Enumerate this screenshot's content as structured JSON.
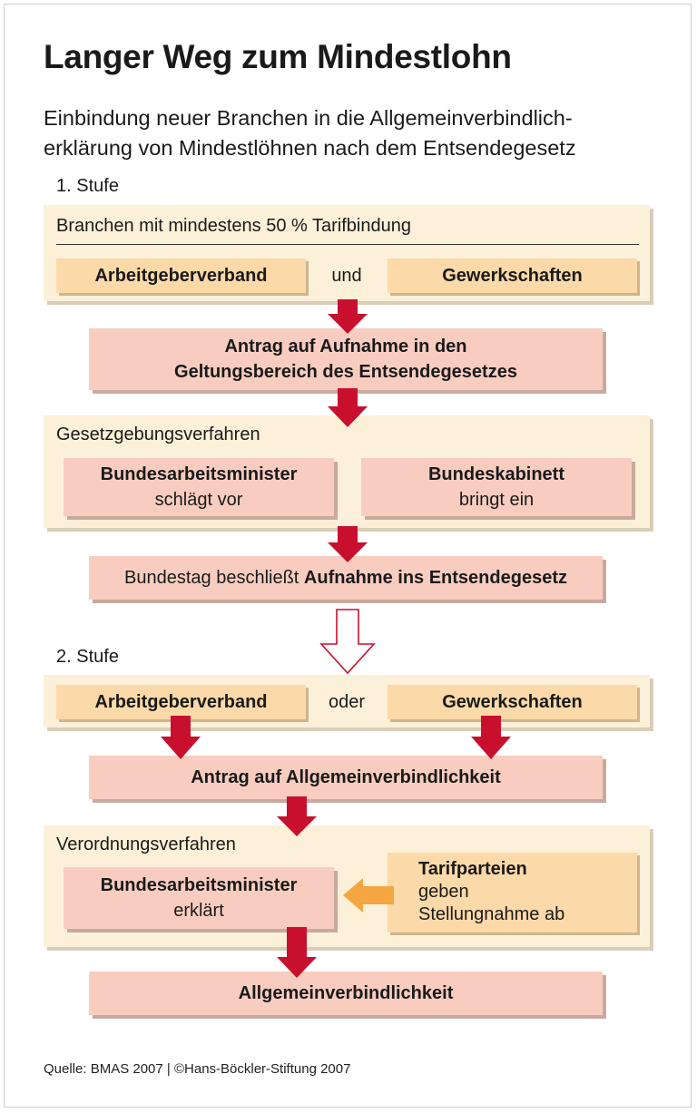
{
  "title": "Langer Weg zum Mindestlohn",
  "subtitle_line1": "Einbindung neuer Branchen in die Allgemeinverbindlich-",
  "subtitle_line2": "erklärung von Mindestlöhnen nach dem Entsendegesetz",
  "stage1": {
    "label": "1. Stufe",
    "panel_label": "Branchen mit mindestens 50 % Tarifbindung",
    "left_box": "Arbeitgeberverband",
    "connector": "und",
    "right_box": "Gewerkschaften",
    "application_line1": "Antrag auf Aufnahme in den",
    "application_line2": "Geltungsbereich des Entsendegesetzes",
    "legislation_label": "Gesetzgebungsverfahren",
    "minister_title": "Bundesarbeitsminister",
    "minister_action": "schlägt vor",
    "cabinet_title": "Bundeskabinett",
    "cabinet_action": "bringt ein",
    "bundestag_plain": "Bundestag beschließt ",
    "bundestag_bold": "Aufnahme ins Entsendegesetz"
  },
  "stage2": {
    "label": "2. Stufe",
    "left_box": "Arbeitgeberverband",
    "connector": "oder",
    "right_box": "Gewerkschaften",
    "application": "Antrag auf Allgemeinverbindlichkeit",
    "ordinance_label": "Verordnungsverfahren",
    "minister_title": "Bundesarbeitsminister",
    "minister_action": "erklärt",
    "parties_title": "Tarifparteien",
    "parties_line2": "geben",
    "parties_line3": "Stellungnahme ab",
    "result": "Allgemeinverbindlichkeit"
  },
  "source": "Quelle: BMAS 2007 | ©Hans-Böckler-Stiftung 2007",
  "colors": {
    "panel": "#fdf0d8",
    "orange_box": "#fbd9a8",
    "pink_box": "#f8cdc0",
    "red_arrow": "#c8102e",
    "orange_arrow": "#f4a640"
  }
}
